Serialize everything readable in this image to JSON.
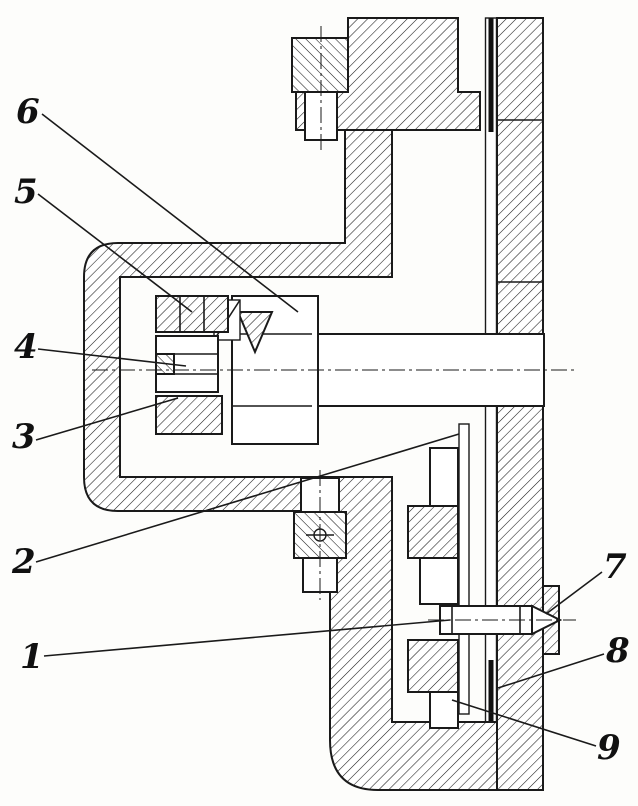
{
  "drawing": {
    "callouts": [
      {
        "label": "1"
      },
      {
        "label": "2"
      },
      {
        "label": "3"
      },
      {
        "label": "4"
      },
      {
        "label": "5"
      },
      {
        "label": "6"
      },
      {
        "label": "7"
      },
      {
        "label": "8"
      },
      {
        "label": "9"
      }
    ]
  },
  "colors": {
    "ink": "#1a1a1a",
    "paper": "#ffffff"
  }
}
